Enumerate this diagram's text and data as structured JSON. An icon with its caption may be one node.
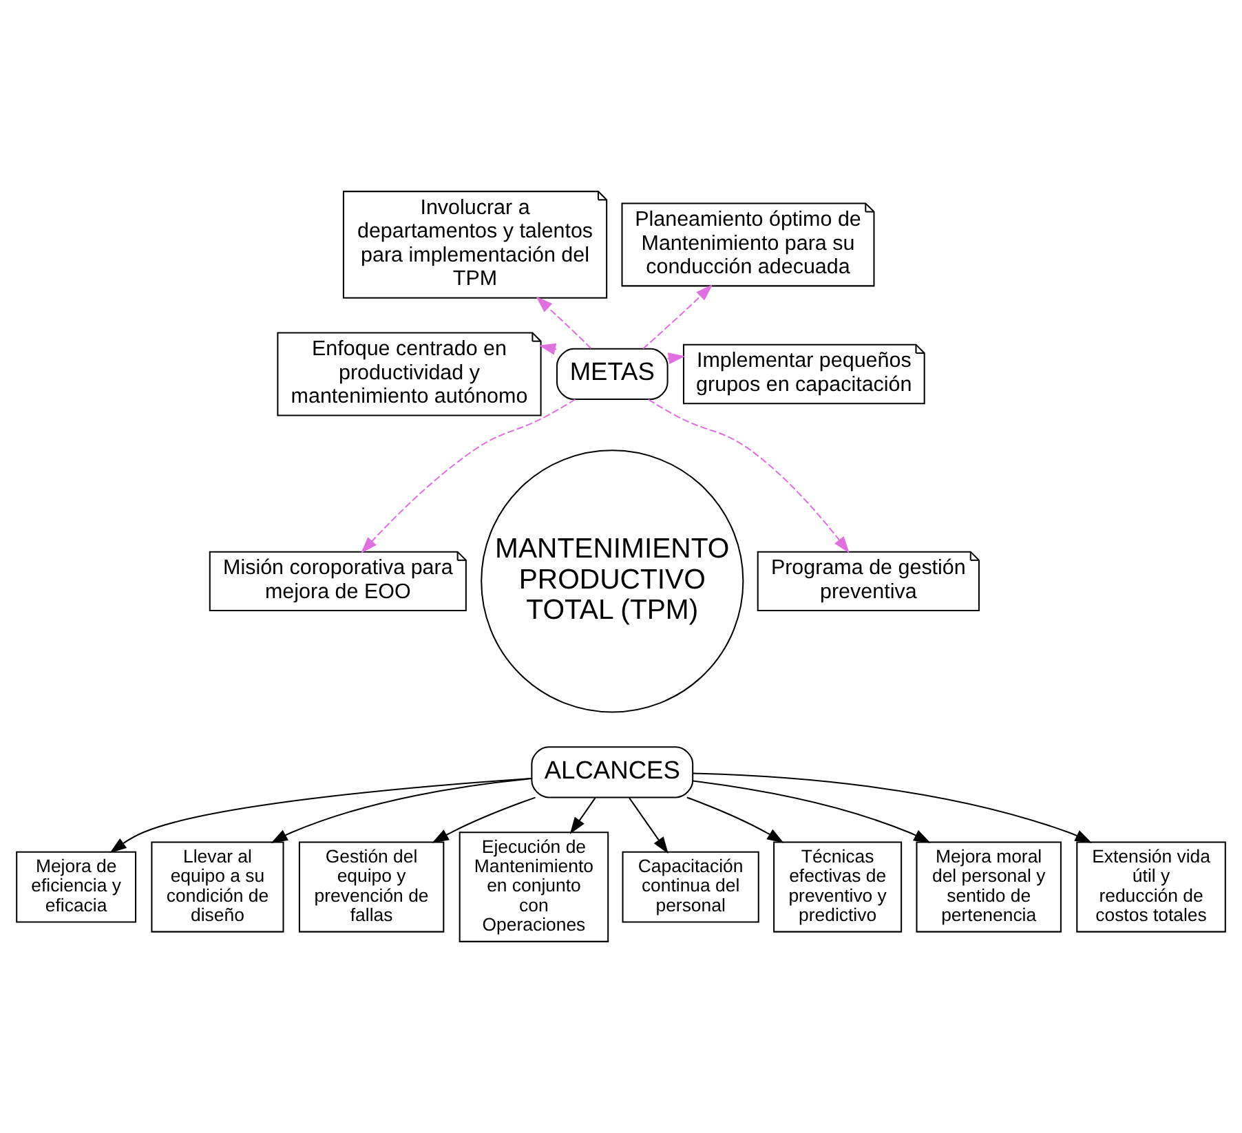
{
  "diagram": {
    "nodes": [
      {
        "text": [
          "Involucrar a departamentos y talentos para implementación del TPM"
        ]
      },
      {
        "text": [
          "Planeamiento óptimo de Mantenimiento para su conducción adecuada"
        ]
      },
      {
        "text": [
          "Enfoque centrado en productividad y mantenimiento autónomo"
        ]
      },
      {
        "text": [
          "Implementar pequeños grupos en capacitación"
        ]
      },
      {
        "text": [
          "METAS"
        ]
      },
      {
        "text": [
          "Misión coroporativa para mejora de EOO"
        ]
      },
      {
        "text": [
          "MANTENIMIENTO PRODUCTIVO TOTAL (TPM)"
        ]
      },
      {
        "text": [
          "Programa de gestión preventiva"
        ]
      },
      {
        "text": [
          "ALCANCES"
        ]
      },
      {
        "text": [
          "Mejora de eficiencia y eficacia"
        ]
      },
      {
        "text": [
          "Llevar al equipo a su condición de diseño"
        ]
      },
      {
        "text": [
          "Gestión del equipo y prevención de fallas"
        ]
      },
      {
        "text": [
          "Ejecución de Mantenimiento en conjunto con Operaciones"
        ]
      },
      {
        "text": [
          "Capacitación continua del personal"
        ]
      },
      {
        "text": [
          "Técnicas efectivas de preventivo y predictivo"
        ]
      },
      {
        "text": [
          "Mejora moral del personal y sentido de pertenencia"
        ]
      },
      {
        "text": [
          "Extensión vida útil y reducción de costos totales"
        ]
      }
    ],
    "edges": [
      {
        "from": 4,
        "to": 0,
        "arrow": "to",
        "style": "dashed",
        "color": "#e070e0"
      },
      {
        "from": 4,
        "to": 1,
        "arrow": "to",
        "style": "dashed",
        "color": "#e070e0"
      },
      {
        "from": 4,
        "to": 2,
        "arrow": "to",
        "style": "dashed",
        "color": "#e070e0"
      },
      {
        "from": 4,
        "to": 3,
        "arrow": "to",
        "style": "dashed",
        "color": "#e070e0"
      },
      {
        "from": 4,
        "to": 5,
        "arrow": "to",
        "style": "dashed",
        "color": "#e070e0"
      },
      {
        "from": 4,
        "to": 7,
        "arrow": "to",
        "style": "dashed",
        "color": "#e070e0"
      },
      {
        "from": 8,
        "to": 9,
        "arrow": "to"
      },
      {
        "from": 8,
        "to": 10,
        "arrow": "to"
      },
      {
        "from": 8,
        "to": 11,
        "arrow": "to"
      },
      {
        "from": 8,
        "to": 12,
        "arrow": "to"
      },
      {
        "from": 8,
        "to": 13,
        "arrow": "to"
      },
      {
        "from": 8,
        "to": 14,
        "arrow": "to"
      },
      {
        "from": 8,
        "to": 15,
        "arrow": "to"
      },
      {
        "from": 8,
        "to": 16,
        "arrow": "to"
      }
    ]
  }
}
